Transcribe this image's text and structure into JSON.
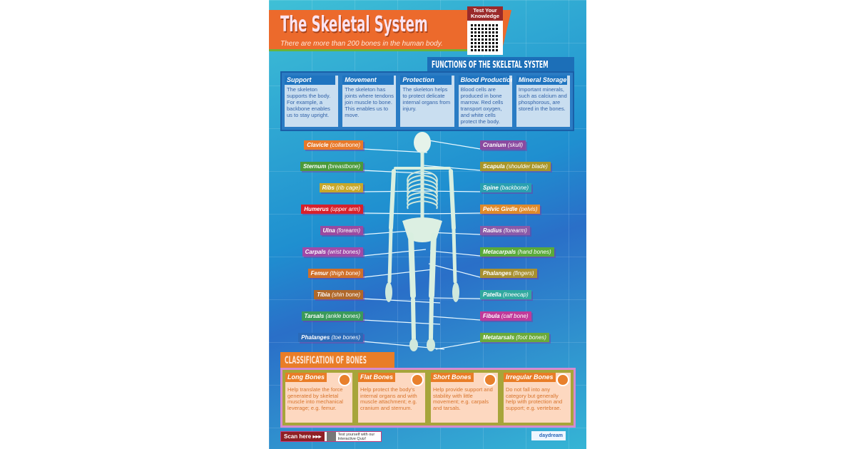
{
  "header": {
    "title": "The Skeletal System",
    "subtitle": "There are more than 200 bones in the human body.",
    "qr_title": "Test Your Knowledge"
  },
  "functions": {
    "heading": "FUNCTIONS OF THE SKELETAL SYSTEM",
    "cards": [
      {
        "title": "Support",
        "text": "The skeleton supports the body. For example, a backbone enables us to stay upright."
      },
      {
        "title": "Movement",
        "text": "The skeleton has joints where tendons join muscle to bone. This enables us to move."
      },
      {
        "title": "Protection",
        "text": "The skeleton helps to protect delicate internal organs from injury."
      },
      {
        "title": "Blood Production",
        "text": "Blood cells are produced in bone marrow. Red cells transport oxygen, and white cells protect the body."
      },
      {
        "title": "Mineral Storage",
        "text": "Important minerals, such as calcium and phosphorous, are stored in the bones."
      }
    ]
  },
  "labels_left": [
    {
      "name": "Clavicle",
      "note": "(collarbone)",
      "color": "#e8792a"
    },
    {
      "name": "Sternum",
      "note": "(breastbone)",
      "color": "#4a9a3a"
    },
    {
      "name": "Ribs",
      "note": "(rib cage)",
      "color": "#c8a82a"
    },
    {
      "name": "Humerus",
      "note": "(upper arm)",
      "color": "#d8202a"
    },
    {
      "name": "Ulna",
      "note": "(forearm)",
      "color": "#9a4aa0"
    },
    {
      "name": "Carpals",
      "note": "(wrist bones)",
      "color": "#a04aa8"
    },
    {
      "name": "Femur",
      "note": "(thigh bone)",
      "color": "#d0702a"
    },
    {
      "name": "Tibia",
      "note": "(shin bone)",
      "color": "#b0682a"
    },
    {
      "name": "Tarsals",
      "note": "(ankle bones)",
      "color": "#3a9a5a"
    },
    {
      "name": "Phalanges",
      "note": "(toe bones)",
      "color": "#2a6ab8"
    }
  ],
  "labels_right": [
    {
      "name": "Cranium",
      "note": "(skull)",
      "color": "#8a4aa0"
    },
    {
      "name": "Scapula",
      "note": "(shoulder blade)",
      "color": "#a8962a"
    },
    {
      "name": "Spine",
      "note": "(backbone)",
      "color": "#2aa0b0"
    },
    {
      "name": "Pelvic Girdle",
      "note": "(pelvis)",
      "color": "#e08a2a"
    },
    {
      "name": "Radius",
      "note": "(forearm)",
      "color": "#8a5aa8"
    },
    {
      "name": "Metacarpals",
      "note": "(hand bones)",
      "color": "#5aaa3a"
    },
    {
      "name": "Phalanges",
      "note": "(fingers)",
      "color": "#a89030"
    },
    {
      "name": "Patella",
      "note": "(kneecap)",
      "color": "#30a8a0"
    },
    {
      "name": "Fibula",
      "note": "(calf bone)",
      "color": "#c03a9a"
    },
    {
      "name": "Metatarsals",
      "note": "(foot bones)",
      "color": "#6aaa3a"
    }
  ],
  "classification": {
    "heading": "CLASSIFICATION OF BONES",
    "cards": [
      {
        "title": "Long Bones",
        "text": "Help translate the force generated by skeletal muscle into mechanical leverage; e.g. femur."
      },
      {
        "title": "Flat Bones",
        "text": "Help protect the body's internal organs and with muscle attachment; e.g. cranium and sternum."
      },
      {
        "title": "Short Bones",
        "text": "Help provide support and stability with little movement; e.g. carpals and tarsals."
      },
      {
        "title": "Irregular Bones",
        "text": "Do not fall into any category but generally help with protection and support; e.g. vertebrae."
      }
    ]
  },
  "footer": {
    "scan_label": "Scan here ▸▸▸",
    "quiz_text": "Test yourself with our Interactive Quiz!",
    "logo": "daydream"
  }
}
